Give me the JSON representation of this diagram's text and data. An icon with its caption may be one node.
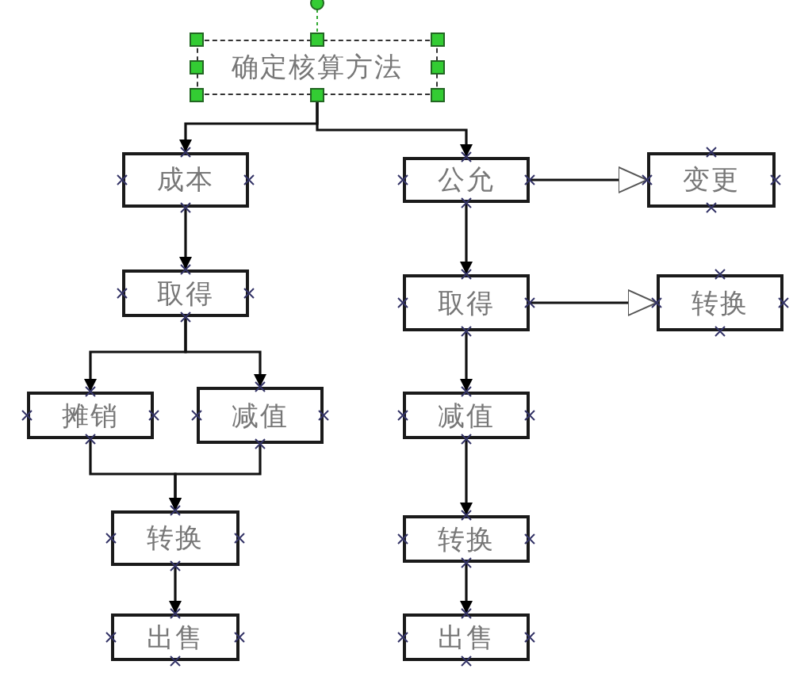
{
  "diagram": {
    "nodes": [
      {
        "text": [
          "确定核算方法"
        ]
      },
      {
        "text": [
          "成本"
        ]
      },
      {
        "text": [
          "公允"
        ]
      },
      {
        "text": [
          "变更"
        ]
      },
      {
        "text": [
          "取得"
        ]
      },
      {
        "text": [
          "取得"
        ]
      },
      {
        "text": [
          "转换"
        ]
      },
      {
        "text": [
          "摊销"
        ]
      },
      {
        "text": [
          "减值"
        ]
      },
      {
        "text": [
          "减值"
        ]
      },
      {
        "text": [
          "转换"
        ]
      },
      {
        "text": [
          "转换"
        ]
      },
      {
        "text": [
          "出售"
        ]
      },
      {
        "text": [
          "出售"
        ]
      }
    ],
    "edges": [
      {
        "from": 0,
        "to": 1,
        "arrow": "to"
      },
      {
        "from": 0,
        "to": 2,
        "arrow": "to"
      },
      {
        "from": 2,
        "to": 3,
        "arrow": "to"
      },
      {
        "from": 1,
        "to": 4,
        "arrow": "to"
      },
      {
        "from": 2,
        "to": 5,
        "arrow": "to"
      },
      {
        "from": 5,
        "to": 6,
        "arrow": "to"
      },
      {
        "from": 4,
        "to": 7,
        "arrow": "to"
      },
      {
        "from": 4,
        "to": 8,
        "arrow": "to"
      },
      {
        "from": 7,
        "to": 10,
        "arrow": "to"
      },
      {
        "from": 8,
        "to": 10,
        "arrow": "to"
      },
      {
        "from": 10,
        "to": 12,
        "arrow": "to"
      },
      {
        "from": 5,
        "to": 9,
        "arrow": "to"
      },
      {
        "from": 9,
        "to": 11,
        "arrow": "to"
      },
      {
        "from": 11,
        "to": 13,
        "arrow": "to"
      }
    ]
  }
}
